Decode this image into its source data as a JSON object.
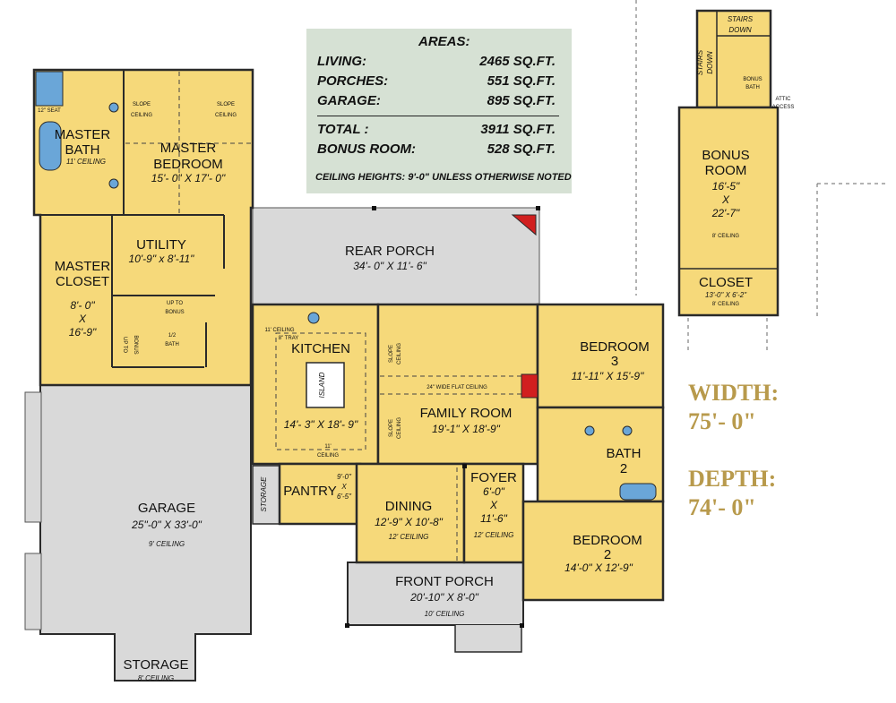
{
  "areas": {
    "title": "AREAS:",
    "rows": [
      {
        "label": "LIVING:",
        "value": "2465 SQ.FT."
      },
      {
        "label": "PORCHES:",
        "value": "551 SQ.FT."
      },
      {
        "label": "GARAGE:",
        "value": "895 SQ.FT."
      },
      {
        "label": "TOTAL :",
        "value": "3911 SQ.FT."
      },
      {
        "label": "BONUS ROOM:",
        "value": "528 SQ.FT."
      }
    ],
    "note": "CEILING HEIGHTS: 9'-0\" UNLESS OTHERWISE NOTED"
  },
  "overall": {
    "width_label": "WIDTH:",
    "width_value": "75'- 0\"",
    "depth_label": "DEPTH:",
    "depth_value": "74'- 0\""
  },
  "rooms": {
    "master_bath": {
      "name1": "MASTER",
      "name2": "BATH",
      "ceiling": "11' CEILING"
    },
    "master_bedroom": {
      "name1": "MASTER",
      "name2": "BEDROOM",
      "dims": "15'- 0\" X 17'- 0\""
    },
    "slope_ceiling_1": "SLOPE",
    "slope_ceiling_1b": "CEILING",
    "slope_ceiling_2": "SLOPE",
    "slope_ceiling_2b": "CEILING",
    "seat": "12\" SEAT",
    "utility": {
      "name": "UTILITY",
      "dims": "10'-9\" x 8'-11\""
    },
    "master_closet": {
      "name1": "MASTER",
      "name2": "CLOSET",
      "dim1": "8'- 0\"",
      "x": "X",
      "dim2": "16'-9\""
    },
    "up_to_bonus": {
      "l1": "UP TO",
      "l2": "BONUS"
    },
    "up_to_bonus_v": {
      "l1": "UP TO",
      "l2": "BONUS"
    },
    "half_bath": {
      "l1": "1/2",
      "l2": "BATH"
    },
    "rear_porch": {
      "name": "REAR PORCH",
      "dims": "34'- 0\" X 11'- 6\""
    },
    "kitchen": {
      "name": "KITCHEN",
      "ceiling1": "11' CEILING",
      "ceiling2": "8\" TRAY",
      "dims": "14'- 3\" X 18'- 9\""
    },
    "island": "ISLAND",
    "kitchen_ceiling": {
      "l1": "11'",
      "l2": "CEILING"
    },
    "slope_v1": {
      "l1": "SLOPE",
      "l2": "CEILING"
    },
    "slope_v2": {
      "l1": "SLOPE",
      "l2": "CEILING"
    },
    "flat_ceiling": "24\" WIDE FLAT CEILING",
    "family_room": {
      "name": "FAMILY ROOM",
      "dims": "19'-1\" X 18'-9\""
    },
    "bedroom3": {
      "name": "BEDROOM",
      "num": "3",
      "dims": "11'-11\" X 15'-9\""
    },
    "bath2": {
      "name": "BATH",
      "num": "2"
    },
    "foyer": {
      "name": "FOYER",
      "d1": "6'-0\"",
      "x": "X",
      "d2": "11'-6\"",
      "ceiling": "12' CEILING"
    },
    "pantry": {
      "name": "PANTRY",
      "d1": "9'-0\"",
      "x": "X",
      "d2": "6'-5\""
    },
    "storage_v": "STORAGE",
    "dining": {
      "name": "DINING",
      "dims": "12'-9\" X 10'-8\"",
      "ceiling": "12' CEILING"
    },
    "bedroom2": {
      "name": "BEDROOM",
      "num": "2",
      "dims": "14'-0\" X 12'-9\""
    },
    "garage": {
      "name": "GARAGE",
      "dims": "25\"-0\" X 33'-0\"",
      "ceiling": "9' CEILING"
    },
    "front_porch": {
      "name": "FRONT PORCH",
      "dims": "20'-10\" X 8'-0\"",
      "ceiling": "10' CEILING"
    },
    "storage": {
      "name": "STORAGE",
      "ceiling": "8' CEILING"
    },
    "bonus_room": {
      "l1": "BONUS",
      "l2": "ROOM",
      "d1": "16'-5\"",
      "x": "X",
      "d2": "22'-7\"",
      "ceiling": "8' CEILING"
    },
    "bonus_closet": {
      "name": "CLOSET",
      "dims": "13'-0\" X 6'-2\"",
      "ceiling": "8' CEILING"
    },
    "bonus_bath": {
      "l1": "BONUS",
      "l2": "BATH"
    },
    "attic_access": {
      "l1": "ATTIC",
      "l2": "ACCESS"
    },
    "stairs_down_1": {
      "l1": "STAIRS",
      "l2": "DOWN"
    },
    "stairs_down_2": {
      "l1": "STAIRS",
      "l2": "DOWN"
    }
  },
  "colors": {
    "room_fill": "#f6d97a",
    "porch_fill": "#d9d9d9",
    "wall": "#2a2a2a",
    "fixture": "#6aa6d8",
    "accent_red": "#d11f1f",
    "areas_box": "#d6e1d4",
    "dimension_text": "#b89a4c"
  }
}
